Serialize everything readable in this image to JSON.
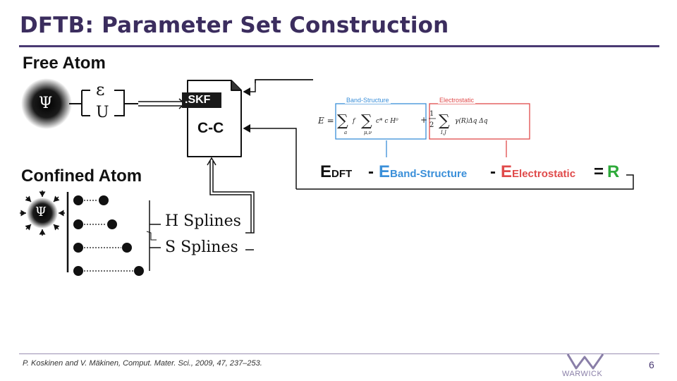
{
  "slide": {
    "title": "DFTB: Parameter Set Construction",
    "page_number": "6",
    "citation": "P. Koskinen and V. Mäkinen, Comput. Mater. Sci., 2009, 47, 237–253.",
    "logo": "WARWICK"
  },
  "free_atom": {
    "heading": "Free Atom",
    "psi_symbol": "Ψ",
    "epsilon": "ε",
    "u": "U"
  },
  "skf_file": {
    "tag": ".SKF",
    "pair": "C-C"
  },
  "confined_atom": {
    "heading": "Confined Atom",
    "psi_symbol": "Ψ",
    "h_splines": "H Splines",
    "s_splines": "S Splines"
  },
  "energy": {
    "band_structure_label": "Band-Structure",
    "electrostatic_label": "Electrostatic",
    "e_letter": "E",
    "sub_dft": "DFT",
    "sub_band": "Band-Structure",
    "sub_elec": "Electrostatic",
    "minus": "-",
    "equals": "=",
    "r_letter": "R"
  },
  "colors": {
    "title": "#3b2d5e",
    "band_structure": "#3a8fd9",
    "electrostatic": "#e04a4a",
    "residual": "#2eaa3a"
  }
}
